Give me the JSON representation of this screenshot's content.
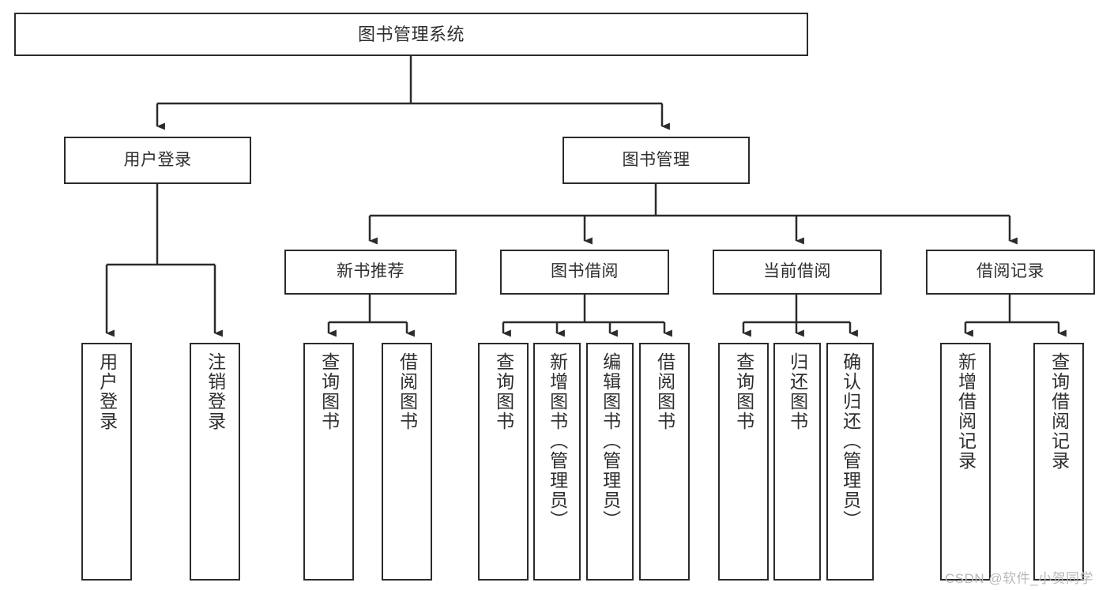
{
  "diagram": {
    "title": "图书管理系统",
    "type": "tree-hierarchy-diagram",
    "background_color": "#ffffff",
    "border_color": "#2b2b2b",
    "text_color": "#2e2e2e",
    "nodes": {
      "root": {
        "label": "图书管理系统"
      },
      "level1": [
        {
          "id": "user-login",
          "label": "用户登录"
        },
        {
          "id": "book-manage",
          "label": "图书管理"
        }
      ],
      "level2": [
        {
          "id": "new-book-recommend",
          "label": "新书推荐"
        },
        {
          "id": "book-borrow",
          "label": "图书借阅"
        },
        {
          "id": "current-borrow",
          "label": "当前借阅"
        },
        {
          "id": "borrow-record",
          "label": "借阅记录"
        }
      ],
      "leaves": [
        {
          "id": "leaf-user-login",
          "label": "用户登录"
        },
        {
          "id": "leaf-logout-login",
          "label": "注销登录"
        },
        {
          "id": "leaf-query-book-1",
          "label": "查询图书"
        },
        {
          "id": "leaf-borrow-book-1",
          "label": "借阅图书"
        },
        {
          "id": "leaf-query-book-2",
          "label": "查询图书"
        },
        {
          "id": "leaf-add-book",
          "label": "新增图书（管理员）"
        },
        {
          "id": "leaf-edit-book",
          "label": "编辑图书（管理员）"
        },
        {
          "id": "leaf-borrow-book-2",
          "label": "借阅图书"
        },
        {
          "id": "leaf-query-book-3",
          "label": "查询图书"
        },
        {
          "id": "leaf-return-book",
          "label": "归还图书"
        },
        {
          "id": "leaf-confirm-return",
          "label": "确认归还（管理员）"
        },
        {
          "id": "leaf-add-record",
          "label": "新增借阅记录"
        },
        {
          "id": "leaf-query-record",
          "label": "查询借阅记录"
        }
      ]
    },
    "watermark": "CSDN @软件_小贺同学"
  }
}
